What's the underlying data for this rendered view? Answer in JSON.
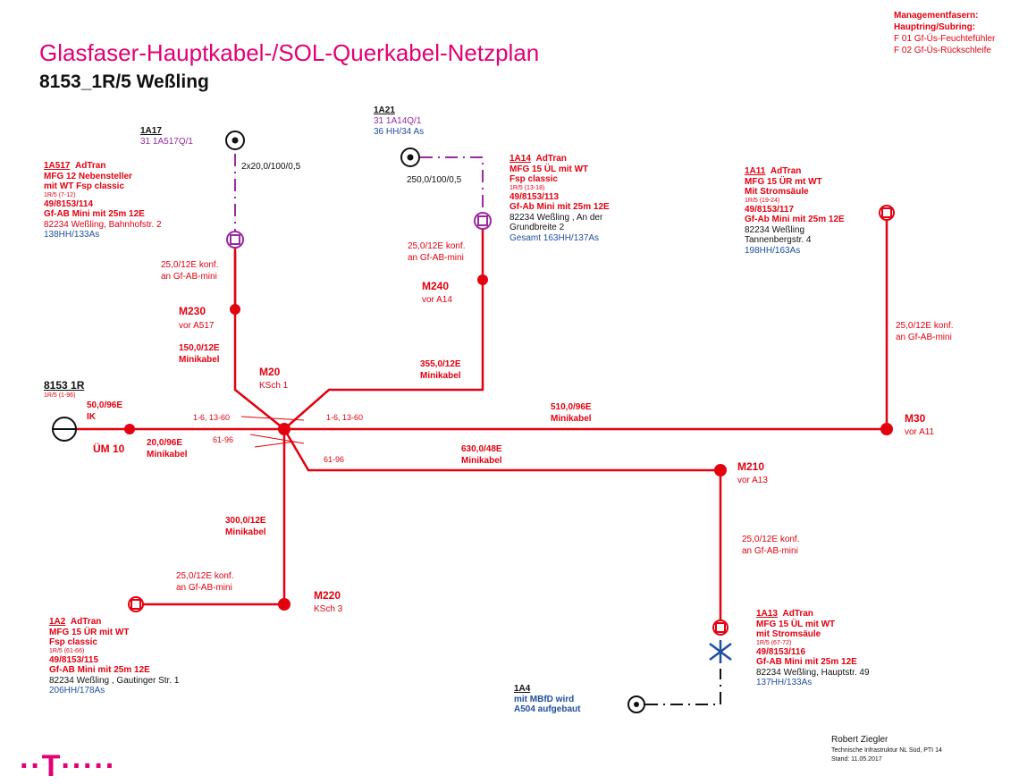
{
  "title": "Glasfaser-Hauptkabel-/SOL-Querkabel-Netzplan",
  "subtitle": "8153_1R/5 Weßling",
  "management": {
    "heading1": "Managementfasern:",
    "heading2": "Hauptring/Subring:",
    "line1": "F 01 Gf-Üs-Feuchtefühler",
    "line2": "F 02 Gf-Üs-Rückschleife"
  },
  "nodes": {
    "origin": {
      "name": "8153 1R",
      "sub": "1R/5 (1-96)",
      "cable": "50,0/96E",
      "type": "IK"
    },
    "um10": {
      "label": "ÜM 10"
    },
    "m20": {
      "name": "M20",
      "desc": "KSch 1"
    },
    "m30": {
      "name": "M30",
      "desc": "vor A11"
    },
    "m210": {
      "name": "M210",
      "desc": "vor A13"
    },
    "m220": {
      "name": "M220",
      "desc": "KSch 3"
    },
    "m230": {
      "name": "M230",
      "desc": "vor A517"
    },
    "m240": {
      "name": "M240",
      "desc": "vor A14"
    }
  },
  "cables": {
    "c150": {
      "v": "150,0/12E",
      "t": "Minikabel"
    },
    "c355": {
      "v": "355,0/12E",
      "t": "Minikabel"
    },
    "c510": {
      "v": "510,0/96E",
      "t": "Minikabel"
    },
    "c630": {
      "v": "630,0/48E",
      "t": "Minikabel"
    },
    "c20": {
      "v": "20,0/96E",
      "t": "Minikabel"
    },
    "c300": {
      "v": "300,0/12E",
      "t": "Minikabel"
    },
    "konf_a517": {
      "l1": "25,0/12E konf.",
      "l2": "an Gf-AB-mini"
    },
    "konf_a14": {
      "l1": "25,0/12E konf.",
      "l2": "an Gf-AB-mini"
    },
    "konf_a11": {
      "l1": "25,0/12E konf.",
      "l2": "an Gf-AB-mini"
    },
    "konf_a13": {
      "l1": "25,0/12E konf.",
      "l2": "an Gf-AB-mini"
    },
    "konf_a2": {
      "l1": "25,0/12E konf.",
      "l2": "an Gf-AB-mini"
    },
    "fibers_left": "1-6, 13-60",
    "fibers_right": "1-6, 13-60",
    "fibers_61_left": "61-96",
    "fibers_61_right": "61-96",
    "sol_a17": "2x20,0/100/0,5",
    "sol_a21": "250,0/100/0,5"
  },
  "sites": {
    "a17": {
      "id": "1A17",
      "line": "31  1A517Q/1"
    },
    "a21": {
      "id": "1A21",
      "line": "31  1A14Q/1",
      "hh": "36 HH/34 As"
    },
    "a517": {
      "id": "1A517",
      "kind": "AdTran",
      "l1": "MFG 12 Nebensteller",
      "l2": "mit WT Fsp classic",
      "range": "1R/5 (7-12)",
      "nr": "49/8153/114",
      "ab": "Gf-AB Mini mit 25m 12E",
      "addr": "82234 Weßling, Bahnhofstr. 2",
      "hh": "138HH/133As"
    },
    "a14": {
      "id": "1A14",
      "kind": "AdTran",
      "l1": "MFG 15 ÜL mit WT",
      "l2": "Fsp classic",
      "range": "1R/5 (13-18)",
      "nr": "49/8153/113",
      "ab": "Gf-Ab Mini mit 25m 12E",
      "addr1": "82234 Weßling , An der",
      "addr2": "Grundbreite 2",
      "hh": "Gesamt 163HH/137As"
    },
    "a11": {
      "id": "1A11",
      "kind": "AdTran",
      "l1": "MFG 15 ÜR mt WT",
      "l2": "Mit Stromsäule",
      "range": "1R/5 (19-24)",
      "nr": "49/8153/117",
      "ab": "Gf-Ab Mini mit 25m 12E",
      "addr1": "82234 Weßling",
      "addr2": "Tannenbergstr. 4",
      "hh": "198HH/163As"
    },
    "a2": {
      "id": "1A2",
      "kind": "AdTran",
      "l1": "MFG 15 ÜR mit WT",
      "l2": "Fsp classic",
      "range": "1R/5 (61-66)",
      "nr": "49/8153/115",
      "ab": "Gf-AB Mini mit 25m 12E",
      "addr": "82234 Weßling , Gautinger Str. 1",
      "hh": "206HH/178As"
    },
    "a13": {
      "id": "1A13",
      "kind": "AdTran",
      "l1": "MFG 15 ÜL mit WT",
      "l2": "mit Stromsäule",
      "range": "1R/5 (67-72)",
      "nr": "49/8153/116",
      "ab": "Gf-AB Mini mit 25m 12E",
      "addr": "82234 Weßling, Hauptstr. 49",
      "hh": "137HH/133As"
    },
    "a4": {
      "id": "1A4",
      "l1": "mit MBfD wird",
      "l2": "A504 aufgebaut"
    }
  },
  "footer": {
    "author": "Robert Ziegler",
    "org": "Technische Infrastruktur NL Süd, PTI 14",
    "date": "Stand: 11.05.2017",
    "logo": "··T·····"
  },
  "colors": {
    "main": "#e3000f",
    "sol": "#9a2aa0",
    "info": "#1f4fa0",
    "brand": "#e20074"
  }
}
